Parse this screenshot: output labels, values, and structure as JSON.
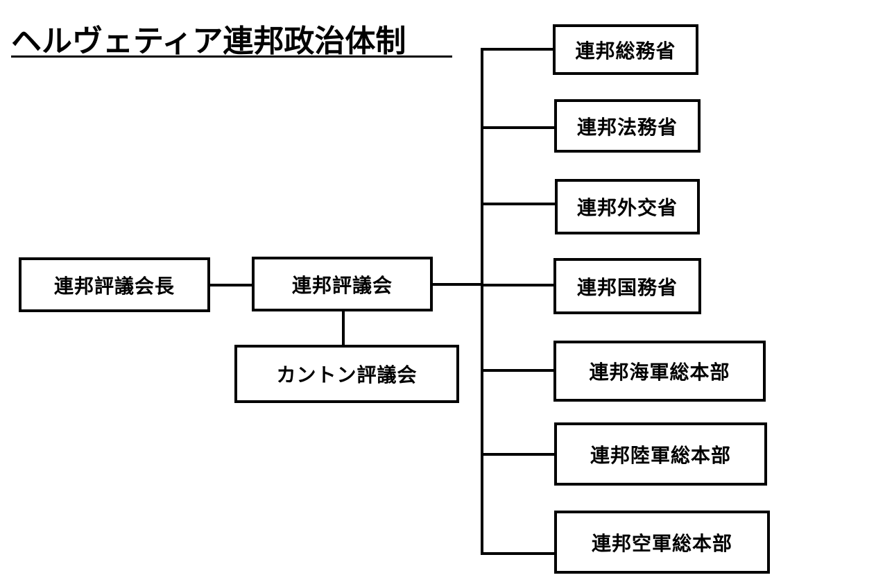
{
  "title": "ヘルヴェティア連邦政治体制",
  "nodes": {
    "council_president": "連邦評議会長",
    "federal_council": "連邦評議会",
    "canton_council": "カントン評議会",
    "ministries": [
      "連邦総務省",
      "連邦法務省",
      "連邦外交省",
      "連邦国務省",
      "連邦海軍総本部",
      "連邦陸軍総本部",
      "連邦空軍総本部"
    ]
  }
}
